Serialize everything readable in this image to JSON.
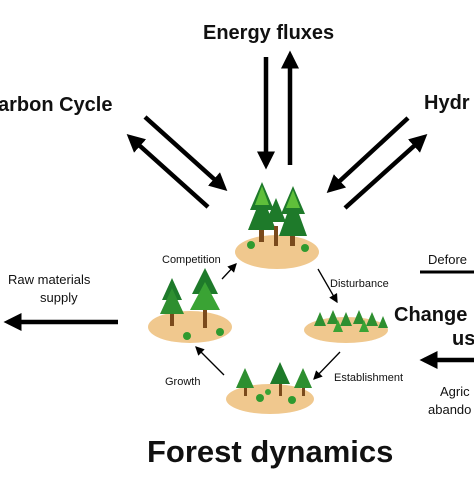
{
  "diagram": {
    "title": "Forest dynamics",
    "top_labels": {
      "energy_fluxes": "Energy fluxes",
      "carbon_cycle": "arbon Cycle",
      "hydrology": "Hydr"
    },
    "left_label": {
      "line1": "Raw materials",
      "line2": "supply"
    },
    "right_labels": {
      "deforestation": "Defore",
      "land_use_line1": "Change",
      "land_use_line2": "us",
      "agri_line1": "Agric",
      "agri_line2": "abando"
    },
    "cycle_labels": {
      "competition": "Competition",
      "disturbance": "Disturbance",
      "establishment": "Establishment",
      "growth": "Growth"
    },
    "colors": {
      "ground": "#f0c88e",
      "tree_dark": "#1e7a2a",
      "tree_light": "#5fbf3a",
      "trunk": "#7a4a1c",
      "arrow": "#000000"
    }
  }
}
